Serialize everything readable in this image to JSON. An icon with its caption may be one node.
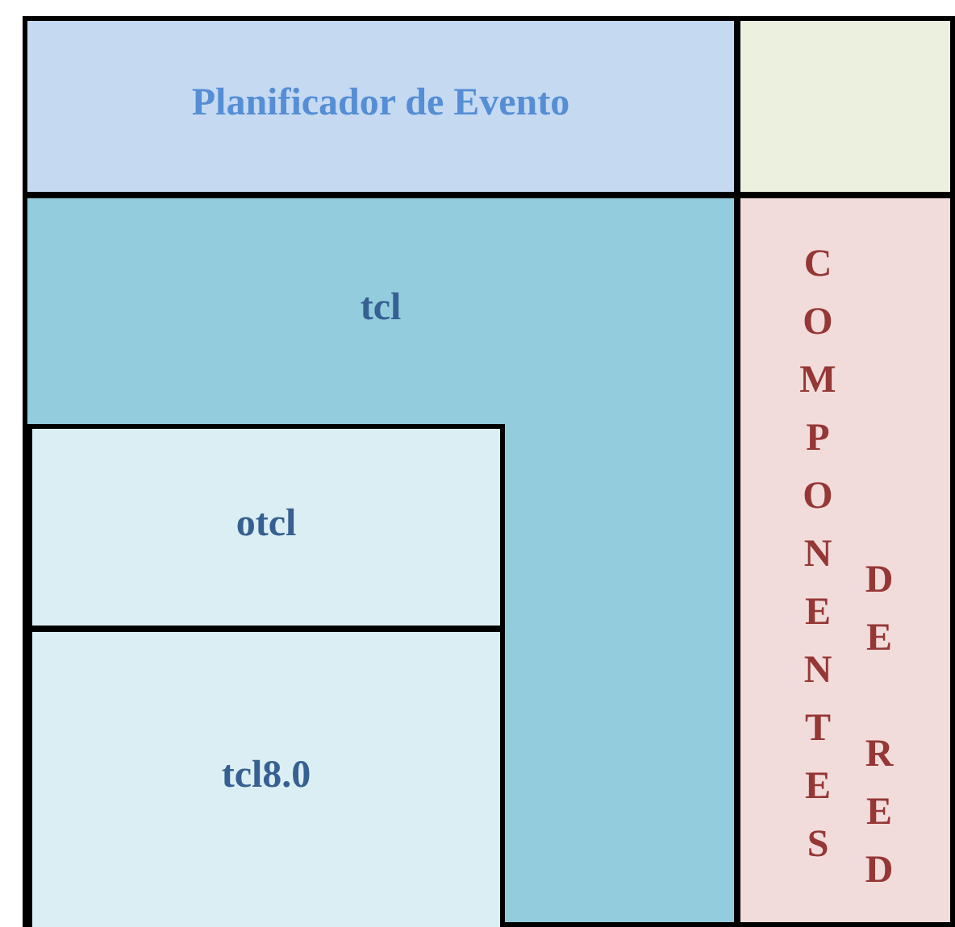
{
  "diagram": {
    "nodes": [
      {
        "text": [
          "Planificador de Evento"
        ]
      },
      {
        "text": [],
        "shape": "box"
      },
      {
        "text": [
          "tcl"
        ]
      },
      {
        "text": [
          "otcl"
        ],
        "in": 2
      },
      {
        "text": [
          "tcl8.0"
        ],
        "in": 2
      },
      {
        "text": [
          "COMPONENTES",
          "DE RED"
        ]
      }
    ]
  }
}
